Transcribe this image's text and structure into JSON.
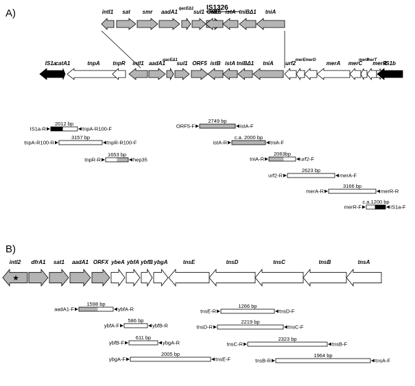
{
  "colors": {
    "gray": "#b4b4b4",
    "black": "#000000",
    "white": "#ffffff",
    "stroke": "#000000"
  },
  "panelA": {
    "label": "A)",
    "is_label": "IS1326",
    "top_row_genes": [
      {
        "label": "intI1",
        "fill": "gray",
        "dir": "left"
      },
      {
        "label": "sat",
        "fill": "gray",
        "dir": "right"
      },
      {
        "label": "smr",
        "fill": "gray",
        "dir": "right"
      },
      {
        "label": "aadA1",
        "fill": "gray",
        "dir": "right"
      },
      {
        "label": "qacEΔ1",
        "fill": "gray",
        "dir": "right",
        "small": true
      },
      {
        "label": "sul1",
        "fill": "gray",
        "dir": "right"
      },
      {
        "label": "ORF5",
        "fill": "gray",
        "dir": "right"
      },
      {
        "label": "istB",
        "fill": "gray",
        "dir": "left"
      },
      {
        "label": "istA",
        "fill": "gray",
        "dir": "left"
      },
      {
        "label": "tniBΔ1",
        "fill": "gray",
        "dir": "left"
      },
      {
        "label": "tniA",
        "fill": "gray",
        "dir": "left"
      }
    ],
    "bottom_row_genes": [
      {
        "label": "IS1a",
        "fill": "black",
        "dir": "left"
      },
      {
        "label": "catA1",
        "fill": "black",
        "dir": "right"
      },
      {
        "label": "tnpA",
        "fill": "white",
        "dir": "left"
      },
      {
        "label": "tnpR",
        "fill": "white",
        "dir": "left"
      },
      {
        "label": "intI1",
        "fill": "gray",
        "dir": "left"
      },
      {
        "label": "aadA1",
        "fill": "gray",
        "dir": "right"
      },
      {
        "label": "qacEΔ1",
        "fill": "gray",
        "dir": "right",
        "small": true
      },
      {
        "label": "sul1",
        "fill": "gray",
        "dir": "right"
      },
      {
        "label": "ORF5",
        "fill": "gray",
        "dir": "right"
      },
      {
        "label": "istB",
        "fill": "gray",
        "dir": "left"
      },
      {
        "label": "istA",
        "fill": "gray",
        "dir": "left"
      },
      {
        "label": "tniBΔ1",
        "fill": "gray",
        "dir": "left"
      },
      {
        "label": "tniA",
        "fill": "gray",
        "dir": "left"
      },
      {
        "label": "urf2",
        "fill": "white",
        "dir": "left"
      },
      {
        "label": "merE",
        "fill": "white",
        "dir": "left",
        "small": true
      },
      {
        "label": "merD",
        "fill": "white",
        "dir": "left",
        "small": true
      },
      {
        "label": "merA",
        "fill": "white",
        "dir": "left"
      },
      {
        "label": "merC",
        "fill": "white",
        "dir": "left"
      },
      {
        "label": "merP",
        "fill": "white",
        "dir": "left",
        "small": true
      },
      {
        "label": "merT",
        "fill": "white",
        "dir": "left",
        "small": true
      },
      {
        "label": "merR",
        "fill": "white",
        "dir": "right"
      },
      {
        "label": "IS1b",
        "fill": "black",
        "dir": "left"
      }
    ],
    "pcr": [
      {
        "bp": "2012 bp",
        "left": "IS1a-R",
        "right": "tnpA-R100-F",
        "fill": "blackwhite"
      },
      {
        "bp": "3157 bp",
        "left": "tnpA-R100-R",
        "right": "tnpR-R100-F",
        "fill": "white"
      },
      {
        "bp": "1653 bp",
        "left": "tnpR-R",
        "right": "hep35",
        "fill": "whitegray"
      },
      {
        "bp": "2749 bp",
        "left": "ORF5-F",
        "right": "istA-F",
        "fill": "gray"
      },
      {
        "bp": "c.a. 2000 bp",
        "left": "istA-R",
        "right": "tniA-F",
        "fill": "gray"
      },
      {
        "bp": "2063bp",
        "left": "tniA-R",
        "right": "urf2-F",
        "fill": "graywhite"
      },
      {
        "bp": "2623 bp",
        "left": "urf2-R",
        "right": "merA-F",
        "fill": "white"
      },
      {
        "bp": "3166 bp",
        "left": "merA-R",
        "right": "merR-R",
        "fill": "white"
      },
      {
        "bp": "c.a.1200 bp",
        "left": "merR-F",
        "right": "IS1a-F",
        "fill": "whiteblack"
      }
    ]
  },
  "panelB": {
    "label": "B)",
    "genes": [
      {
        "label": "intI2",
        "fill": "gray",
        "dir": "left",
        "star": true
      },
      {
        "label": "dfrA1",
        "fill": "gray",
        "dir": "right"
      },
      {
        "label": "sat1",
        "fill": "gray",
        "dir": "right"
      },
      {
        "label": "aadA1",
        "fill": "gray",
        "dir": "right"
      },
      {
        "label": "ORFX",
        "fill": "gray",
        "dir": "right"
      },
      {
        "label": "ybeA",
        "fill": "white",
        "dir": "right"
      },
      {
        "label": "ybfA",
        "fill": "white",
        "dir": "right"
      },
      {
        "label": "ybfB",
        "fill": "white",
        "dir": "right"
      },
      {
        "label": "ybgA",
        "fill": "white",
        "dir": "right"
      },
      {
        "label": "tnsE",
        "fill": "white",
        "dir": "left"
      },
      {
        "label": "tnsD",
        "fill": "white",
        "dir": "left"
      },
      {
        "label": "tnsC",
        "fill": "white",
        "dir": "left"
      },
      {
        "label": "tnsB",
        "fill": "white",
        "dir": "left"
      },
      {
        "label": "tnsA",
        "fill": "white",
        "dir": "left"
      }
    ],
    "pcr": [
      {
        "bp": "1598 bp",
        "left": "aadA1-F",
        "right": "ybfA-R",
        "fill": "graywhite"
      },
      {
        "bp": "1266 bp",
        "left": "tnsE-R",
        "right": "tnsD-F",
        "fill": "white"
      },
      {
        "bp": "586 bp",
        "left": "ybfA-F",
        "right": "ybfB-R",
        "fill": "white"
      },
      {
        "bp": "2219 bp",
        "left": "tnsD-R",
        "right": "tnsC-F",
        "fill": "white"
      },
      {
        "bp": "611 bp",
        "left": "ybfB-F",
        "right": "ybgA-R",
        "fill": "white"
      },
      {
        "bp": "2323 bp",
        "left": "tnsC-R",
        "right": "tnsB-F",
        "fill": "white"
      },
      {
        "bp": "2005 bp",
        "left": "ybgA-F",
        "right": "tnsE-F",
        "fill": "white"
      },
      {
        "bp": "1964 bp",
        "left": "tnsB-R",
        "right": "tnsA-F",
        "fill": "white"
      }
    ]
  }
}
